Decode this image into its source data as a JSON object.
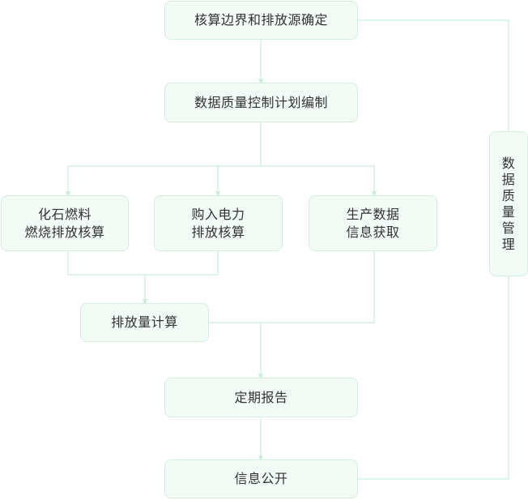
{
  "nodes": {
    "boundary": "核算边界和排放源确定",
    "qc_plan": "数据质量控制计划编制",
    "fossil_fuel": "化石燃料\n燃烧排放核算",
    "purchased_power": "购入电力\n排放核算",
    "production_data": "生产数据\n信息获取",
    "emission_calc": "排放量计算",
    "periodic_report": "定期报告",
    "disclosure": "信息公开",
    "quality_mgmt": "数据质量管理"
  },
  "colors": {
    "node_fill": "#f3fbf6",
    "node_border": "#d5eedf",
    "connector": "#c9eedb",
    "text": "#333333"
  }
}
